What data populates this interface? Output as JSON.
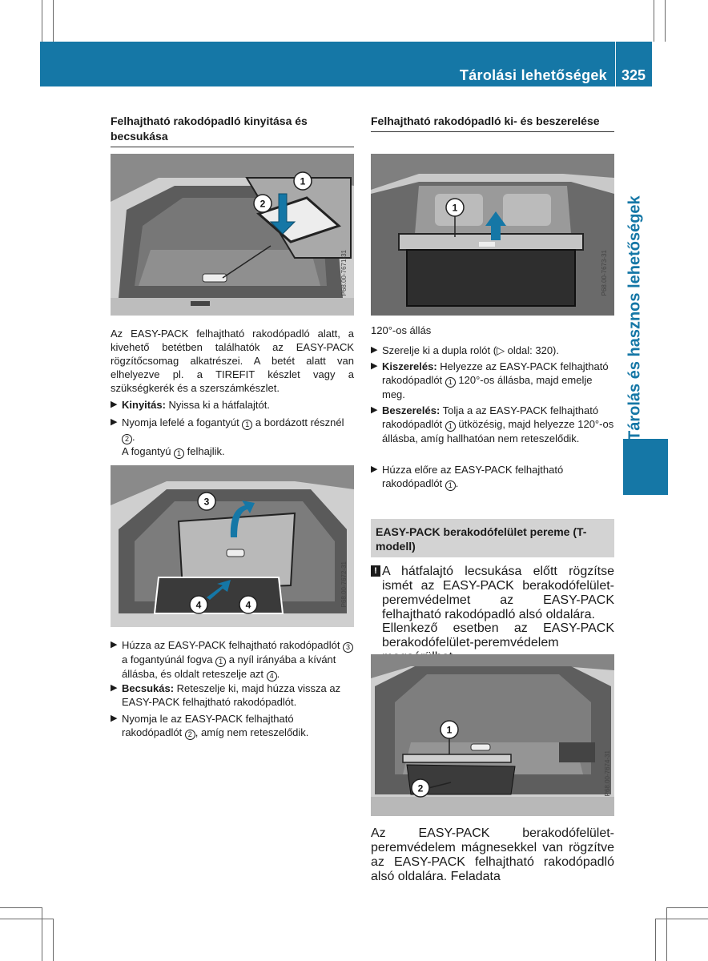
{
  "header": {
    "title": "Tárolási lehetőségek",
    "page_number": "325"
  },
  "sidebar": {
    "label": "Tárolás és hasznos lehetőségek"
  },
  "left": {
    "heading": "Felhajtható rakodópadló kinyitása és becsukása",
    "figure1_code": "P68.00-7671-31",
    "intro": "Az EASY-PACK felhajtható rakodópadló alatt, a kivehető betétben találhatók az EASY-PACK rögzítőcsomag alkatrészei. A betét alatt van elhelyezve pl. a TIREFIT készlet vagy a szükségkerék és a szerszámkészlet.",
    "b1_bold": "Kinyitás:",
    "b1_text": " Nyissa ki a hátfalajtót.",
    "b2_pre": "Nyomja lefelé a fogantyút ",
    "b2_c1": "1",
    "b2_mid": " a bordázott résznél ",
    "b2_c2": "2",
    "b2_end": ".",
    "b2_line2_pre": "A fogantyú ",
    "b2_line2_c": "1",
    "b2_line2_end": " felhajlik.",
    "figure2_code": "P68.00-7672-31",
    "b3_pre": "Húzza az EASY-PACK felhajtható rakodópadlót ",
    "b3_c3": "3",
    "b3_mid": " a fogantyúnál fogva ",
    "b3_c1": "1",
    "b3_mid2": " a nyíl irányába a kívánt állásba, és oldalt reteszelje azt ",
    "b3_c4": "4",
    "b3_end": ".",
    "b4_bold": "Becsukás:",
    "b4_text": " Reteszelje ki, majd húzza vissza az EASY-PACK felhajtható rakodópadlót.",
    "b5_pre": "Nyomja le az EASY-PACK felhajtható rakodópadlót ",
    "b5_c2": "2",
    "b5_end": ", amíg nem reteszelődik."
  },
  "right": {
    "heading": "Felhajtható rakodópadló ki- és beszerelése",
    "figure3_code": "P68.00-7673-31",
    "caption": "120°-os állás",
    "b1": "Szerelje ki a dupla rolót (▷ oldal: 320).",
    "b2_bold": "Kiszerelés:",
    "b2_pre": " Helyezze az EASY-PACK felhajtható rakodópadlót ",
    "b2_c1": "1",
    "b2_end": " 120°-os állásba, majd emelje meg.",
    "b3_bold": "Beszerelés:",
    "b3_pre": " Tolja a az EASY-PACK felhajtható rakodópadlót ",
    "b3_c1": "1",
    "b3_end": " ütközésig, majd helyezze 120°-os állásba, amíg hallhatóan nem reteszelődik.",
    "b4_pre": "Húzza előre az EASY-PACK felhajtható rakodópadlót ",
    "b4_c1": "1",
    "b4_end": ".",
    "gray_heading": "EASY-PACK berakodófelület pereme (T-modell)",
    "warn_symbol": "!",
    "warn1": "A hátfalajtó lecsukása előtt rögzítse ismét az EASY-PACK berakodófelület-peremvédelmet az EASY-PACK felhajtható rakodópadló alsó oldalára.",
    "warn2": "Ellenkező esetben az EASY-PACK berakodófelület-peremvédelem megsérülhet.",
    "figure4_code": "P68.00-7674-31",
    "outro": "Az EASY-PACK berakodófelület-peremvédelem mágnesekkel van rögzítve az EASY-PACK felhajtható rakodópadló alsó oldalára. Feladata"
  },
  "figure_labels": {
    "fig1": [
      "1",
      "2"
    ],
    "fig2": [
      "3",
      "4",
      "4"
    ],
    "fig3": [
      "1"
    ],
    "fig4": [
      "1",
      "2"
    ]
  },
  "colors": {
    "accent": "#1577a6",
    "gray_box": "#d3d3d3"
  }
}
